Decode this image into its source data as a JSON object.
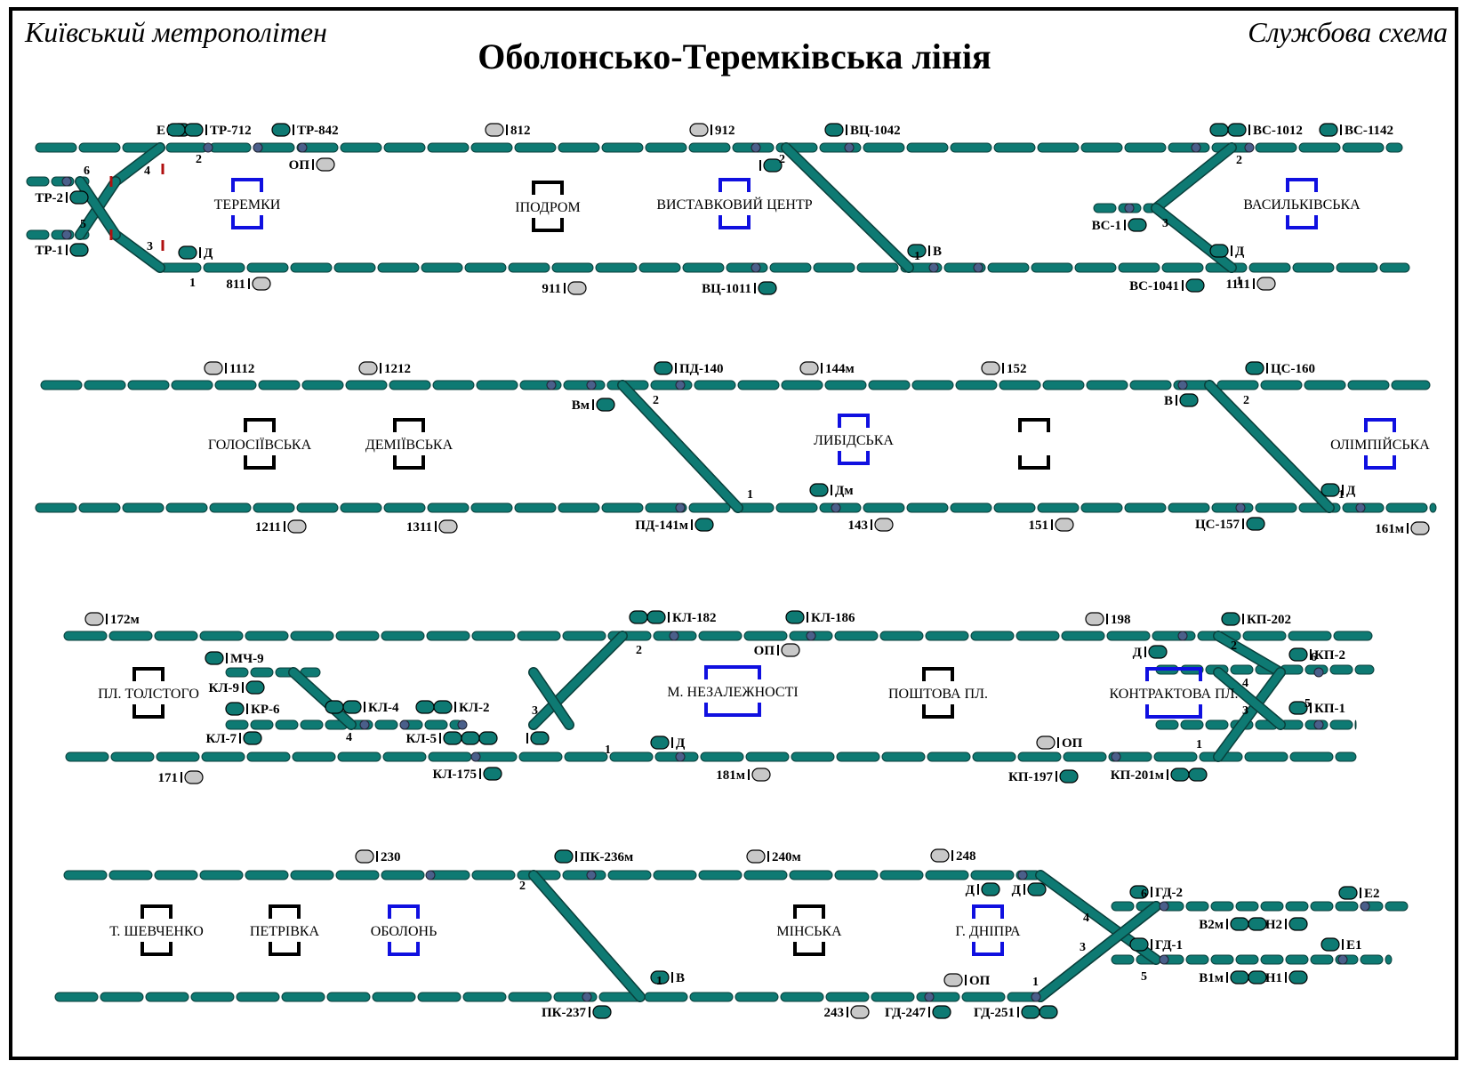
{
  "header": {
    "left_caption": "Київський метрополітен",
    "title": "Оболонсько-Теремківська лінія",
    "right_caption": "Службова схема"
  },
  "colors": {
    "track": "#0e7a73",
    "track_outline": "#0a3f3b",
    "signal_gray": "#c8c8c8",
    "joint": "#4a5f8a",
    "station_blue": "#1010e0",
    "station_black": "#000000",
    "insulation_red": "#b01010"
  },
  "stations": [
    {
      "name": "ТЕРЕМКИ",
      "kind": "blue"
    },
    {
      "name": "ІПОДРОМ",
      "kind": "black"
    },
    {
      "name": "ВИСТАВКОВИЙ  ЦЕНТР",
      "kind": "blue"
    },
    {
      "name": "ВАСИЛЬКІВСЬКА",
      "kind": "blue"
    },
    {
      "name": "ГОЛОСІЇВСЬКА",
      "kind": "black"
    },
    {
      "name": "ДЕМІЇВСЬКА",
      "kind": "black"
    },
    {
      "name": "ЛИБІДСЬКА",
      "kind": "blue"
    },
    {
      "name": "",
      "kind": "black"
    },
    {
      "name": "ОЛІМПІЙСЬКА",
      "kind": "blue"
    },
    {
      "name": "ПЛ. ТОЛСТОГО",
      "kind": "black"
    },
    {
      "name": "М. НЕЗАЛЕЖНОСТІ",
      "kind": "blue"
    },
    {
      "name": "ПОШТОВА ПЛ.",
      "kind": "black"
    },
    {
      "name": "КОНТРАКТОВА ПЛ.",
      "kind": "blue"
    },
    {
      "name": "Т. ШЕВЧЕНКО",
      "kind": "black"
    },
    {
      "name": "ПЕТРІВКА",
      "kind": "black"
    },
    {
      "name": "ОБОЛОНЬ",
      "kind": "blue"
    },
    {
      "name": "МІНСЬКА",
      "kind": "black"
    },
    {
      "name": "Г. ДНІПРА",
      "kind": "blue"
    }
  ],
  "signals": [
    {
      "label": "Е",
      "type": "teal1",
      "side": "left"
    },
    {
      "label": "ТР-712",
      "type": "teal2",
      "side": "right"
    },
    {
      "label": "ТР-842",
      "type": "teal1",
      "side": "right"
    },
    {
      "label": "812",
      "type": "gray",
      "side": "right"
    },
    {
      "label": "912",
      "type": "gray",
      "side": "right"
    },
    {
      "label": "ВЦ-1042",
      "type": "teal1",
      "side": "right"
    },
    {
      "label": "ВС-1012",
      "type": "teal2",
      "side": "right"
    },
    {
      "label": "ВС-1142",
      "type": "teal1",
      "side": "right"
    },
    {
      "label": "ОП",
      "type": "gray",
      "side": "left"
    },
    {
      "label": "",
      "type": "teal1",
      "side": "left"
    },
    {
      "label": "ТР-2",
      "type": "teal1",
      "side": "left"
    },
    {
      "label": "ТР-1",
      "type": "teal1",
      "side": "left"
    },
    {
      "label": "Д",
      "type": "teal1",
      "side": "right"
    },
    {
      "label": "В",
      "type": "teal1",
      "side": "right"
    },
    {
      "label": "ВС-1",
      "type": "teal1",
      "side": "left"
    },
    {
      "label": "Д",
      "type": "teal1",
      "side": "right"
    },
    {
      "label": "811",
      "type": "gray",
      "side": "left"
    },
    {
      "label": "911",
      "type": "gray",
      "side": "left"
    },
    {
      "label": "ВЦ-1011",
      "type": "teal1",
      "side": "left"
    },
    {
      "label": "ВС-1041",
      "type": "teal1",
      "side": "left"
    },
    {
      "label": "1111",
      "type": "gray",
      "side": "left"
    },
    {
      "label": "1112",
      "type": "gray",
      "side": "right"
    },
    {
      "label": "1212",
      "type": "gray",
      "side": "right"
    },
    {
      "label": "ПД-140",
      "type": "teal1",
      "side": "right"
    },
    {
      "label": "144м",
      "type": "gray",
      "side": "right"
    },
    {
      "label": "152",
      "type": "gray",
      "side": "right"
    },
    {
      "label": "ЦС-160",
      "type": "teal1",
      "side": "right"
    },
    {
      "label": "Вм",
      "type": "teal1",
      "side": "left"
    },
    {
      "label": "В",
      "type": "teal1",
      "side": "left"
    },
    {
      "label": "Дм",
      "type": "teal1",
      "side": "right"
    },
    {
      "label": "Д",
      "type": "teal1",
      "side": "right"
    },
    {
      "label": "1211",
      "type": "gray",
      "side": "left"
    },
    {
      "label": "1311",
      "type": "gray",
      "side": "left"
    },
    {
      "label": "ПД-141м",
      "type": "teal1",
      "side": "left"
    },
    {
      "label": "143",
      "type": "gray",
      "side": "left"
    },
    {
      "label": "151",
      "type": "gray",
      "side": "left"
    },
    {
      "label": "ЦС-157",
      "type": "teal1",
      "side": "left"
    },
    {
      "label": "161м",
      "type": "gray",
      "side": "left"
    },
    {
      "label": "172м",
      "type": "gray",
      "side": "right"
    },
    {
      "label": "КЛ-182",
      "type": "teal2",
      "side": "right"
    },
    {
      "label": "КЛ-186",
      "type": "teal1",
      "side": "right"
    },
    {
      "label": "198",
      "type": "gray",
      "side": "right"
    },
    {
      "label": "КП-202",
      "type": "teal1",
      "side": "right"
    },
    {
      "label": "ОП",
      "type": "gray",
      "side": "left"
    },
    {
      "label": "МЧ-9",
      "type": "teal1",
      "side": "right"
    },
    {
      "label": "КЛ-9",
      "type": "teal1",
      "side": "left"
    },
    {
      "label": "КР-6",
      "type": "teal1",
      "side": "right"
    },
    {
      "label": "КЛ-7",
      "type": "teal1",
      "side": "left"
    },
    {
      "label": "КЛ-4",
      "type": "teal2",
      "side": "right"
    },
    {
      "label": "КЛ-2",
      "type": "teal2",
      "side": "right"
    },
    {
      "label": "КЛ-5",
      "type": "teal3",
      "side": "left"
    },
    {
      "label": "",
      "type": "teal1",
      "side": "left"
    },
    {
      "label": "Д",
      "type": "teal1",
      "side": "left"
    },
    {
      "label": "КП-2",
      "type": "teal1",
      "side": "right"
    },
    {
      "label": "КП-1",
      "type": "teal1",
      "side": "right"
    },
    {
      "label": "Д",
      "type": "teal1",
      "side": "right"
    },
    {
      "label": "ОП",
      "type": "gray",
      "side": "right"
    },
    {
      "label": "171",
      "type": "gray",
      "side": "left"
    },
    {
      "label": "КЛ-175",
      "type": "teal1",
      "side": "left"
    },
    {
      "label": "181м",
      "type": "gray",
      "side": "left"
    },
    {
      "label": "КП-197",
      "type": "teal1",
      "side": "left"
    },
    {
      "label": "КП-201м",
      "type": "teal2",
      "side": "left"
    },
    {
      "label": "230",
      "type": "gray",
      "side": "right"
    },
    {
      "label": "ПК-236м",
      "type": "teal1",
      "side": "right"
    },
    {
      "label": "240м",
      "type": "gray",
      "side": "right"
    },
    {
      "label": "248",
      "type": "gray",
      "side": "right"
    },
    {
      "label": "Д",
      "type": "teal1",
      "side": "left"
    },
    {
      "label": "Д",
      "type": "teal1",
      "side": "left"
    },
    {
      "label": "ГД-2",
      "type": "teal1",
      "side": "right"
    },
    {
      "label": "Е2",
      "type": "teal1",
      "side": "right"
    },
    {
      "label": "В2м",
      "type": "teal2",
      "side": "left"
    },
    {
      "label": "Н2",
      "type": "teal1",
      "side": "left"
    },
    {
      "label": "ГД-1",
      "type": "teal1",
      "side": "right"
    },
    {
      "label": "Е1",
      "type": "teal1",
      "side": "right"
    },
    {
      "label": "В1м",
      "type": "teal2",
      "side": "left"
    },
    {
      "label": "Н1",
      "type": "teal1",
      "side": "left"
    },
    {
      "label": "В",
      "type": "teal1",
      "side": "right"
    },
    {
      "label": "ОП",
      "type": "gray",
      "side": "right"
    },
    {
      "label": "ПК-237",
      "type": "teal1",
      "side": "left"
    },
    {
      "label": "243",
      "type": "gray",
      "side": "left"
    },
    {
      "label": "ГД-247",
      "type": "teal1",
      "side": "left"
    },
    {
      "label": "ГД-251",
      "type": "teal2",
      "side": "left"
    }
  ],
  "switch_numbers": [
    "2",
    "4",
    "6",
    "5",
    "3",
    "1",
    "2",
    "1",
    "2",
    "3",
    "1",
    "2",
    "1",
    "2",
    "1",
    "2",
    "4",
    "3",
    "1",
    "2",
    "4",
    "6",
    "5",
    "3",
    "1",
    "2",
    "1",
    "4",
    "6",
    "3",
    "5",
    "1"
  ]
}
